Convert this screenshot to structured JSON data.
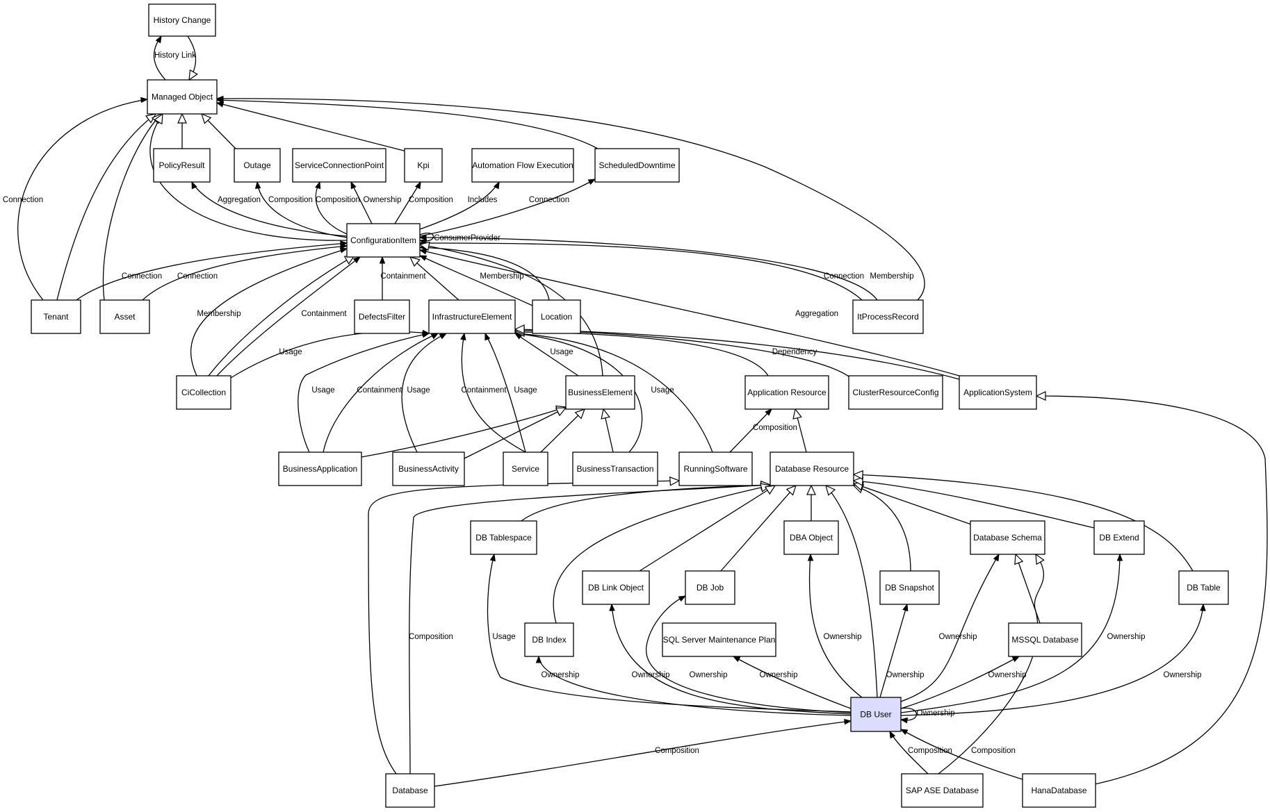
{
  "diagram": {
    "nodes": [
      {
        "id": "history_change",
        "label": "History Change"
      },
      {
        "id": "managed_object",
        "label": "Managed Object"
      },
      {
        "id": "policy_result",
        "label": "PolicyResult"
      },
      {
        "id": "outage",
        "label": "Outage"
      },
      {
        "id": "scp",
        "label": "ServiceConnectionPoint"
      },
      {
        "id": "kpi",
        "label": "Kpi"
      },
      {
        "id": "afe",
        "label": "Automation Flow Execution"
      },
      {
        "id": "sched_downtime",
        "label": "ScheduledDowntime"
      },
      {
        "id": "config_item",
        "label": "ConfigurationItem"
      },
      {
        "id": "tenant",
        "label": "Tenant"
      },
      {
        "id": "asset",
        "label": "Asset"
      },
      {
        "id": "defects_filter",
        "label": "DefectsFilter"
      },
      {
        "id": "infra_element",
        "label": "InfrastructureElement"
      },
      {
        "id": "location",
        "label": "Location"
      },
      {
        "id": "it_process_record",
        "label": "ItProcessRecord"
      },
      {
        "id": "ci_collection",
        "label": "CiCollection"
      },
      {
        "id": "business_element",
        "label": "BusinessElement"
      },
      {
        "id": "app_resource",
        "label": "Application Resource"
      },
      {
        "id": "cluster_resource_config",
        "label": "ClusterResourceConfig"
      },
      {
        "id": "app_system",
        "label": "ApplicationSystem"
      },
      {
        "id": "business_app",
        "label": "BusinessApplication"
      },
      {
        "id": "business_activity",
        "label": "BusinessActivity"
      },
      {
        "id": "service",
        "label": "Service"
      },
      {
        "id": "business_transaction",
        "label": "BusinessTransaction"
      },
      {
        "id": "running_software",
        "label": "RunningSoftware"
      },
      {
        "id": "db_resource",
        "label": "Database Resource"
      },
      {
        "id": "db_tablespace",
        "label": "DB Tablespace"
      },
      {
        "id": "dba_object",
        "label": "DBA Object"
      },
      {
        "id": "db_schema",
        "label": "Database Schema"
      },
      {
        "id": "db_extend",
        "label": "DB Extend"
      },
      {
        "id": "db_link_object",
        "label": "DB Link Object"
      },
      {
        "id": "db_job",
        "label": "DB Job"
      },
      {
        "id": "db_snapshot",
        "label": "DB Snapshot"
      },
      {
        "id": "db_table",
        "label": "DB Table"
      },
      {
        "id": "sql_maint_plan",
        "label": "SQL Server Maintenance Plan"
      },
      {
        "id": "db_index",
        "label": "DB Index"
      },
      {
        "id": "mssql_db",
        "label": "MSSQL Database"
      },
      {
        "id": "db_user",
        "label": "DB User"
      },
      {
        "id": "database",
        "label": "Database"
      },
      {
        "id": "sap_ase_db",
        "label": "SAP ASE Database"
      },
      {
        "id": "hana_db",
        "label": "HanaDatabase"
      }
    ],
    "highlighted_node": "db_user",
    "edges": [
      {
        "id": "e_hist_link",
        "label": "History Link",
        "from": "managed_object",
        "to": "history_change",
        "kind": "association"
      },
      {
        "id": "e_hist_inh",
        "label": "",
        "from": "history_change",
        "to": "managed_object",
        "kind": "inheritance"
      },
      {
        "id": "e_tenant_conn",
        "label": "Connection",
        "from": "tenant",
        "to": "managed_object",
        "kind": "association"
      },
      {
        "id": "e_tenant_inh",
        "label": "",
        "from": "tenant",
        "to": "managed_object",
        "kind": "inheritance"
      },
      {
        "id": "e_asset_inh",
        "label": "",
        "from": "asset",
        "to": "managed_object",
        "kind": "inheritance"
      },
      {
        "id": "e_ci_inh",
        "label": "",
        "from": "config_item",
        "to": "managed_object",
        "kind": "inheritance"
      },
      {
        "id": "e_policy_inh",
        "label": "",
        "from": "policy_result",
        "to": "managed_object",
        "kind": "inheritance"
      },
      {
        "id": "e_outage_inh",
        "label": "",
        "from": "outage",
        "to": "managed_object",
        "kind": "inheritance"
      },
      {
        "id": "e_kpi_mo",
        "label": "",
        "from": "kpi",
        "to": "managed_object",
        "kind": "association"
      },
      {
        "id": "e_sched_mo",
        "label": "",
        "from": "sched_downtime",
        "to": "managed_object",
        "kind": "association"
      },
      {
        "id": "e_itpr_mo",
        "label": "",
        "from": "it_process_record",
        "to": "managed_object",
        "kind": "association"
      },
      {
        "id": "e_ci_policy",
        "label": "Aggregation",
        "from": "config_item",
        "to": "policy_result",
        "kind": "association"
      },
      {
        "id": "e_ci_outage",
        "label": "Composition",
        "from": "config_item",
        "to": "outage",
        "kind": "association"
      },
      {
        "id": "e_ci_scp_comp",
        "label": "Composition",
        "from": "config_item",
        "to": "scp",
        "kind": "association"
      },
      {
        "id": "e_ci_scp_own",
        "label": "Ownership",
        "from": "config_item",
        "to": "scp",
        "kind": "association"
      },
      {
        "id": "e_ci_kpi",
        "label": "Composition",
        "from": "config_item",
        "to": "kpi",
        "kind": "association"
      },
      {
        "id": "e_ci_afe",
        "label": "Includes",
        "from": "config_item",
        "to": "afe",
        "kind": "association"
      },
      {
        "id": "e_ci_sched",
        "label": "Connection",
        "from": "config_item",
        "to": "sched_downtime",
        "kind": "association"
      },
      {
        "id": "e_ci_self",
        "label": "ConsumerProvider",
        "from": "config_item",
        "to": "config_item",
        "kind": "association"
      },
      {
        "id": "e_tenant_ci",
        "label": "Connection",
        "from": "tenant",
        "to": "config_item",
        "kind": "association"
      },
      {
        "id": "e_asset_ci",
        "label": "Connection",
        "from": "asset",
        "to": "config_item",
        "kind": "association"
      },
      {
        "id": "e_coll_ci_memb",
        "label": "Membership",
        "from": "ci_collection",
        "to": "config_item",
        "kind": "association"
      },
      {
        "id": "e_coll_ci_inh",
        "label": "",
        "from": "ci_collection",
        "to": "config_item",
        "kind": "inheritance"
      },
      {
        "id": "e_coll_ci_cont",
        "label": "Containment",
        "from": "ci_collection",
        "to": "config_item",
        "kind": "association"
      },
      {
        "id": "e_defects_ci",
        "label": "Containment",
        "from": "defects_filter",
        "to": "config_item",
        "kind": "association"
      },
      {
        "id": "e_infra_ci",
        "label": "",
        "from": "infra_element",
        "to": "config_item",
        "kind": "inheritance"
      },
      {
        "id": "e_loc_ci",
        "label": "Membership",
        "from": "location",
        "to": "config_item",
        "kind": "association"
      },
      {
        "id": "e_loc_ci2",
        "label": "",
        "from": "location",
        "to": "config_item",
        "kind": "association"
      },
      {
        "id": "e_itpr_ci_conn",
        "label": "Connection",
        "from": "it_process_record",
        "to": "config_item",
        "kind": "association"
      },
      {
        "id": "e_itpr_ci_memb",
        "label": "Membership",
        "from": "it_process_record",
        "to": "config_item",
        "kind": "association"
      },
      {
        "id": "e_be_ci",
        "label": "",
        "from": "business_element",
        "to": "config_item",
        "kind": "inheritance"
      },
      {
        "id": "e_appsys_ci",
        "label": "Aggregation",
        "from": "app_system",
        "to": "config_item",
        "kind": "association"
      },
      {
        "id": "e_coll_infra",
        "label": "Usage",
        "from": "ci_collection",
        "to": "infra_element",
        "kind": "association"
      },
      {
        "id": "e_ba_infra_usage",
        "label": "Usage",
        "from": "business_app",
        "to": "infra_element",
        "kind": "association"
      },
      {
        "id": "e_ba_infra_cont",
        "label": "Containment",
        "from": "business_app",
        "to": "infra_element",
        "kind": "association"
      },
      {
        "id": "e_bact_infra",
        "label": "Usage",
        "from": "business_activity",
        "to": "infra_element",
        "kind": "association"
      },
      {
        "id": "e_svc_infra_cont",
        "label": "Containment",
        "from": "service",
        "to": "infra_element",
        "kind": "association"
      },
      {
        "id": "e_svc_infra_usage",
        "label": "Usage",
        "from": "service",
        "to": "infra_element",
        "kind": "association"
      },
      {
        "id": "e_be_infra",
        "label": "Usage",
        "from": "business_element",
        "to": "infra_element",
        "kind": "association"
      },
      {
        "id": "e_bt_infra",
        "label": "Usage",
        "from": "business_transaction",
        "to": "infra_element",
        "kind": "association"
      },
      {
        "id": "e_rs_infra",
        "label": "",
        "from": "running_software",
        "to": "infra_element",
        "kind": "association"
      },
      {
        "id": "e_ar_infra",
        "label": "",
        "from": "app_resource",
        "to": "infra_element",
        "kind": "inheritance"
      },
      {
        "id": "e_crc_infra",
        "label": "",
        "from": "cluster_resource_config",
        "to": "infra_element",
        "kind": "inheritance"
      },
      {
        "id": "e_appsys_infra",
        "label": "Dependency",
        "from": "app_system",
        "to": "infra_element",
        "kind": "inheritance"
      },
      {
        "id": "e_ba_be",
        "label": "",
        "from": "business_app",
        "to": "business_element",
        "kind": "inheritance"
      },
      {
        "id": "e_bact_be",
        "label": "",
        "from": "business_activity",
        "to": "business_element",
        "kind": "inheritance"
      },
      {
        "id": "e_svc_be",
        "label": "",
        "from": "service",
        "to": "business_element",
        "kind": "inheritance"
      },
      {
        "id": "e_bt_be",
        "label": "",
        "from": "business_transaction",
        "to": "business_element",
        "kind": "inheritance"
      },
      {
        "id": "e_rs_ar",
        "label": "Composition",
        "from": "running_software",
        "to": "app_resource",
        "kind": "association"
      },
      {
        "id": "e_dbr_ar",
        "label": "",
        "from": "db_resource",
        "to": "app_resource",
        "kind": "inheritance"
      },
      {
        "id": "e_hana_appsys",
        "label": "",
        "from": "hana_db",
        "to": "app_system",
        "kind": "inheritance"
      },
      {
        "id": "e_db_rs",
        "label": "",
        "from": "database",
        "to": "running_software",
        "kind": "inheritance"
      },
      {
        "id": "e_db_dbr",
        "label": "Composition",
        "from": "database",
        "to": "db_resource",
        "kind": "inheritance"
      },
      {
        "id": "e_ts_dbr",
        "label": "",
        "from": "db_tablespace",
        "to": "db_resource",
        "kind": "inheritance"
      },
      {
        "id": "e_idx_dbr",
        "label": "",
        "from": "db_index",
        "to": "db_resource",
        "kind": "inheritance"
      },
      {
        "id": "e_link_dbr",
        "label": "",
        "from": "db_link_object",
        "to": "db_resource",
        "kind": "inheritance"
      },
      {
        "id": "e_job_dbr",
        "label": "",
        "from": "db_job",
        "to": "db_resource",
        "kind": "inheritance"
      },
      {
        "id": "e_dba_dbr",
        "label": "",
        "from": "dba_object",
        "to": "db_resource",
        "kind": "inheritance"
      },
      {
        "id": "e_user_dbr",
        "label": "",
        "from": "db_user",
        "to": "db_resource",
        "kind": "inheritance"
      },
      {
        "id": "e_snap_dbr",
        "label": "",
        "from": "db_snapshot",
        "to": "db_resource",
        "kind": "inheritance"
      },
      {
        "id": "e_schema_dbr",
        "label": "",
        "from": "db_schema",
        "to": "db_resource",
        "kind": "inheritance"
      },
      {
        "id": "e_extend_dbr",
        "label": "",
        "from": "db_extend",
        "to": "db_resource",
        "kind": "inheritance"
      },
      {
        "id": "e_table_dbr",
        "label": "",
        "from": "db_table",
        "to": "db_resource",
        "kind": "inheritance"
      },
      {
        "id": "e_mssql_schema",
        "label": "",
        "from": "mssql_db",
        "to": "db_schema",
        "kind": "inheritance"
      },
      {
        "id": "e_sap_schema",
        "label": "",
        "from": "sap_ase_db",
        "to": "db_schema",
        "kind": "inheritance"
      },
      {
        "id": "e_user_ts",
        "label": "Usage",
        "from": "db_user",
        "to": "db_tablespace",
        "kind": "association"
      },
      {
        "id": "e_user_idx",
        "label": "Ownership",
        "from": "db_user",
        "to": "db_index",
        "kind": "association"
      },
      {
        "id": "e_user_link",
        "label": "Ownership",
        "from": "db_user",
        "to": "db_link_object",
        "kind": "association"
      },
      {
        "id": "e_user_job",
        "label": "Ownership",
        "from": "db_user",
        "to": "db_job",
        "kind": "association"
      },
      {
        "id": "e_user_sql",
        "label": "Ownership",
        "from": "db_user",
        "to": "sql_maint_plan",
        "kind": "association"
      },
      {
        "id": "e_user_dba",
        "label": "Ownership",
        "from": "db_user",
        "to": "dba_object",
        "kind": "association"
      },
      {
        "id": "e_user_snap",
        "label": "Ownership",
        "from": "db_user",
        "to": "db_snapshot",
        "kind": "association"
      },
      {
        "id": "e_user_schema",
        "label": "Ownership",
        "from": "db_user",
        "to": "db_schema",
        "kind": "association"
      },
      {
        "id": "e_user_mssql",
        "label": "Ownership",
        "from": "db_user",
        "to": "mssql_db",
        "kind": "association"
      },
      {
        "id": "e_user_extend",
        "label": "Ownership",
        "from": "db_user",
        "to": "db_extend",
        "kind": "association"
      },
      {
        "id": "e_user_table",
        "label": "Ownership",
        "from": "db_user",
        "to": "db_table",
        "kind": "association"
      },
      {
        "id": "e_user_self",
        "label": "Ownership",
        "from": "db_user",
        "to": "db_user",
        "kind": "association"
      },
      {
        "id": "e_db_user",
        "label": "Composition",
        "from": "database",
        "to": "db_user",
        "kind": "association"
      },
      {
        "id": "e_sap_user",
        "label": "Composition",
        "from": "sap_ase_db",
        "to": "db_user",
        "kind": "association"
      },
      {
        "id": "e_hana_user",
        "label": "Composition",
        "from": "hana_db",
        "to": "db_user",
        "kind": "association"
      }
    ]
  }
}
